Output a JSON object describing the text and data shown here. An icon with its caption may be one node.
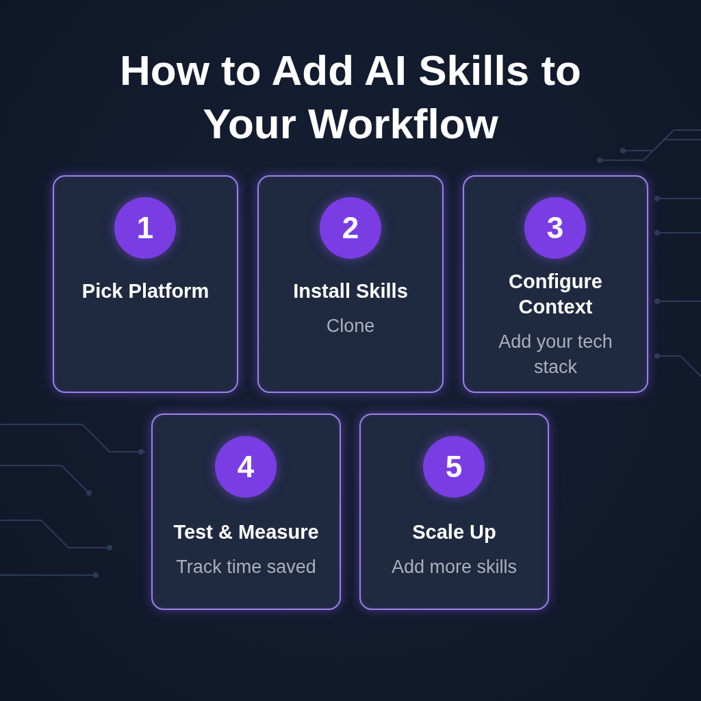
{
  "diagram": {
    "title": "How to Add AI Skills to Your Workflow",
    "nodes": [
      {
        "text": [
          "Pick Platform"
        ]
      },
      {
        "text": [
          "1"
        ],
        "in": 0
      },
      {
        "text": [
          "Install Skills",
          "Clone"
        ]
      },
      {
        "text": [
          "2"
        ],
        "in": 2
      },
      {
        "text": [
          "Configure Context",
          "Add your tech stack"
        ]
      },
      {
        "text": [
          "3"
        ],
        "in": 4
      },
      {
        "text": [
          "Test & Measure",
          "Track time saved"
        ]
      },
      {
        "text": [
          "4"
        ],
        "in": 6
      },
      {
        "text": [
          "Scale Up",
          "Add more skills"
        ]
      },
      {
        "text": [
          "5"
        ],
        "in": 8
      }
    ]
  }
}
